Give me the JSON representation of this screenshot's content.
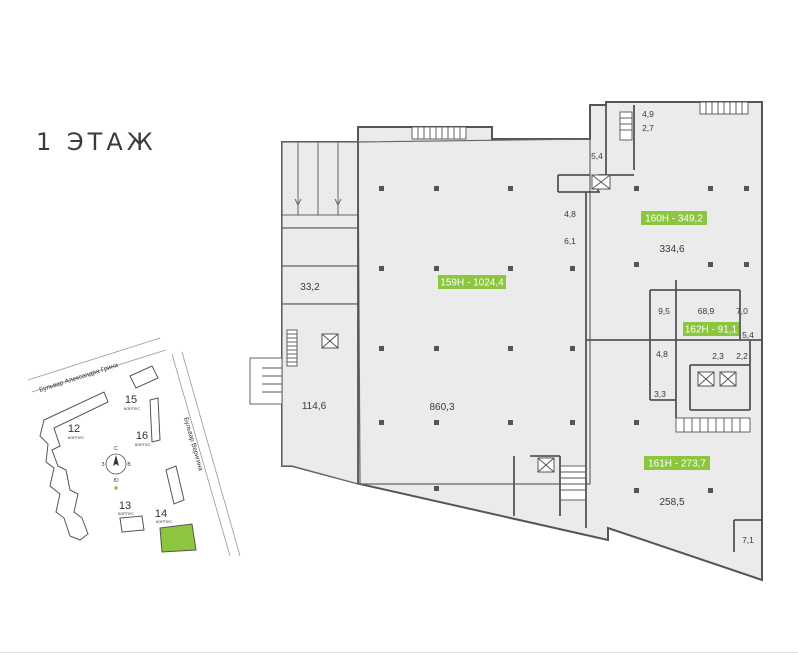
{
  "title": "1 ЭТАЖ",
  "colors": {
    "accent": "#8cc63f",
    "room_fill": "#ebebeb",
    "wall": "#555555"
  },
  "units": [
    {
      "label": "159Н - 1024,4",
      "selected": false
    },
    {
      "label": "160Н - 349,2",
      "selected": false
    },
    {
      "label": "162Н - 91,1",
      "selected": false
    },
    {
      "label": "161Н - 273,7",
      "selected": false
    }
  ],
  "areas": {
    "a1": "33,2",
    "a2": "114,6",
    "a3": "860,3",
    "a4": "4,8",
    "a5": "6,1",
    "a6": "5,4",
    "a7": "4,9",
    "a8": "2,7",
    "a9": "334,6",
    "a10": "9,5",
    "a11": "68,9",
    "a12": "7,0",
    "a13": "5,4",
    "a14": "2,3",
    "a15": "2,2",
    "a16": "4,8",
    "a17": "3,3",
    "a18": "258,5",
    "a19": "7,1"
  },
  "site_map": {
    "street_1": "Бульвар Александра Грина",
    "street_2": "Бульвар Веригина",
    "compass": {
      "n": "С",
      "s": "Ю",
      "w": "З",
      "e": "В"
    },
    "buildings": [
      {
        "number": "15",
        "word": "КОРПУС"
      },
      {
        "number": "12",
        "word": "КОРПУС"
      },
      {
        "number": "16",
        "word": "КОРПУС"
      },
      {
        "number": "13",
        "word": "КОРПУС"
      },
      {
        "number": "14",
        "word": "КОРПУС",
        "selected": true
      }
    ]
  }
}
